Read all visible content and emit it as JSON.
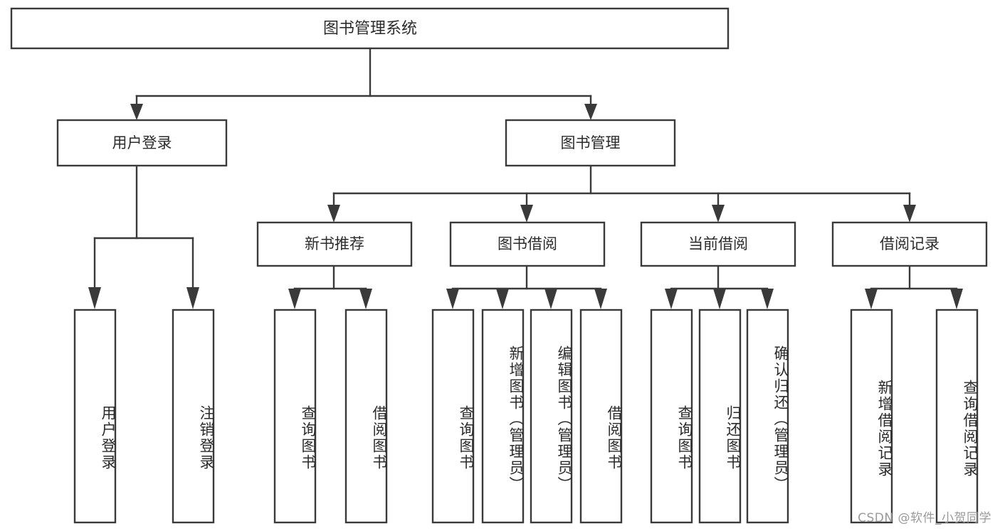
{
  "diagram": {
    "type": "tree-hierarchy",
    "title": "图书管理系统",
    "orientation": "top-down",
    "colors": {
      "box_stroke": "#3a3a3a",
      "box_fill": "#ffffff",
      "text": "#2b2b2b",
      "background": "#ffffff",
      "watermark": "#9a9a9a"
    },
    "root": {
      "id": "root",
      "label": "图书管理系统"
    },
    "level2": [
      {
        "id": "user-login",
        "label": "用户登录"
      },
      {
        "id": "book-management",
        "label": "图书管理"
      }
    ],
    "level3": [
      {
        "id": "new-book-recommend",
        "label": "新书推荐",
        "parent": "book-management"
      },
      {
        "id": "book-borrow",
        "label": "图书借阅",
        "parent": "book-management"
      },
      {
        "id": "current-borrow",
        "label": "当前借阅",
        "parent": "book-management"
      },
      {
        "id": "borrow-record",
        "label": "借阅记录",
        "parent": "book-management"
      }
    ],
    "leaves": {
      "user-login": [
        {
          "id": "leaf-user-login",
          "label": "用户登录"
        },
        {
          "id": "leaf-logout",
          "label": "注销登录"
        }
      ],
      "new-book-recommend": [
        {
          "id": "leaf-query-book-1",
          "label": "查询图书"
        },
        {
          "id": "leaf-borrow-book-1",
          "label": "借阅图书"
        }
      ],
      "book-borrow": [
        {
          "id": "leaf-query-book-2",
          "label": "查询图书"
        },
        {
          "id": "leaf-add-book",
          "label": "新增图书（管理员）"
        },
        {
          "id": "leaf-edit-book",
          "label": "编辑图书（管理员）"
        },
        {
          "id": "leaf-borrow-book-2",
          "label": "借阅图书"
        }
      ],
      "current-borrow": [
        {
          "id": "leaf-query-book-3",
          "label": "查询图书"
        },
        {
          "id": "leaf-return-book",
          "label": "归还图书"
        },
        {
          "id": "leaf-confirm-return",
          "label": "确认归还（管理员）"
        }
      ],
      "borrow-record": [
        {
          "id": "leaf-add-record",
          "label": "新增借阅记录"
        },
        {
          "id": "leaf-query-record",
          "label": "查询借阅记录"
        }
      ]
    },
    "watermark": "CSDN @软件_小贺同学"
  }
}
